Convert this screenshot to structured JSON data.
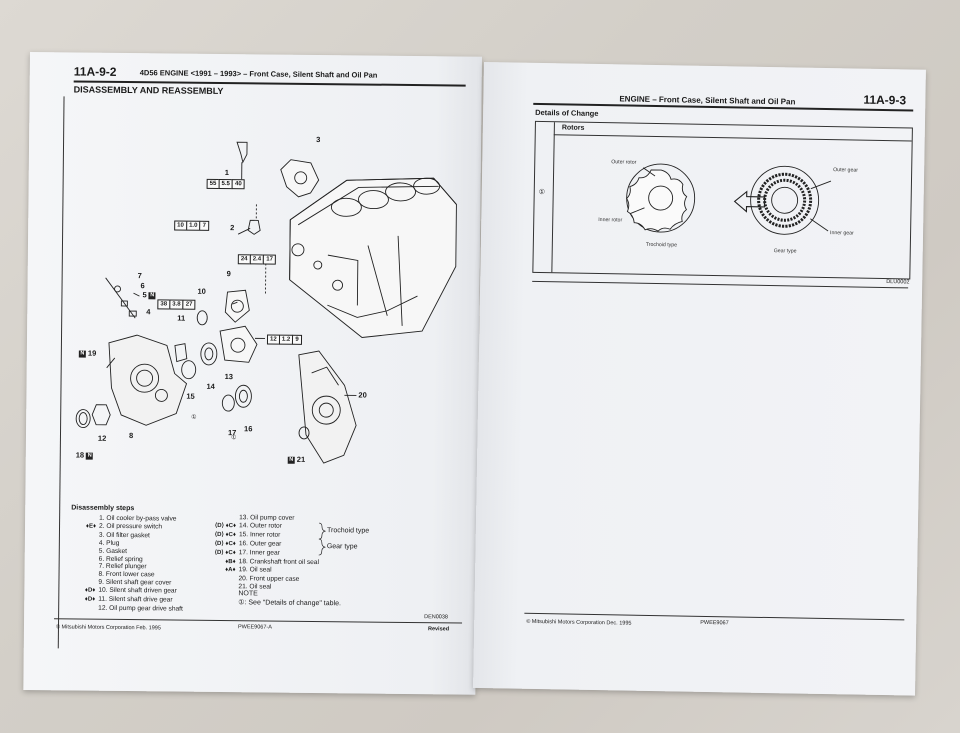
{
  "left_page": {
    "page_number": "11A-9-2",
    "header": "4D56 ENGINE <1991 – 1993> – Front Case, Silent Shaft and Oil Pan",
    "section_title": "DISASSEMBLY AND REASSEMBLY",
    "torque_specs": [
      [
        "55",
        "5.5",
        "40"
      ],
      [
        "10",
        "1.0",
        "7"
      ],
      [
        "24",
        "2.4",
        "17"
      ],
      [
        "38",
        "3.8",
        "27"
      ],
      [
        "12",
        "1.2",
        "9"
      ]
    ],
    "callouts": [
      "1",
      "2",
      "3",
      "4",
      "5",
      "6",
      "7",
      "8",
      "9",
      "10",
      "11",
      "12",
      "13",
      "14",
      "15",
      "16",
      "17",
      "18",
      "19",
      "20",
      "21"
    ],
    "n_badge": "N",
    "steps_title": "Disassembly steps",
    "steps": [
      {
        "sym": "",
        "text": "1. Oil cooler by-pass valve"
      },
      {
        "sym": "♦E♦",
        "text": "2. Oil pressure switch"
      },
      {
        "sym": "",
        "text": "3. Oil filter gasket"
      },
      {
        "sym": "",
        "text": "4. Plug"
      },
      {
        "sym": "",
        "text": "5. Gasket"
      },
      {
        "sym": "",
        "text": "6. Relief spring"
      },
      {
        "sym": "",
        "text": "7. Relief plunger"
      },
      {
        "sym": "",
        "text": "8. Front lower case"
      },
      {
        "sym": "",
        "text": "9. Silent shaft gear cover"
      },
      {
        "sym": "♦D♦",
        "text": "10. Silent shaft driven gear"
      },
      {
        "sym": "♦D♦",
        "text": "11. Silent shaft drive gear"
      },
      {
        "sym": "",
        "text": "12. Oil pump gear drive shaft"
      }
    ],
    "steps2": [
      {
        "sym": "",
        "text": "13. Oil pump cover"
      },
      {
        "sym": "⟨D⟩ ♦C♦",
        "text": "14. Outer rotor"
      },
      {
        "sym": "⟨D⟩ ♦C♦",
        "text": "15. Inner rotor"
      },
      {
        "sym": "⟨D⟩ ♦C♦",
        "text": "16. Outer gear"
      },
      {
        "sym": "⟨D⟩ ♦C♦",
        "text": "17. Inner gear"
      },
      {
        "sym": "♦B♦",
        "text": "18. Crankshaft front oil seal"
      },
      {
        "sym": "♦A♦",
        "text": "19. Oil seal"
      },
      {
        "sym": "",
        "text": "20. Front upper case"
      },
      {
        "sym": "",
        "text": "21. Oil seal"
      }
    ],
    "brace_trochoid": "Trochoid type",
    "brace_gear": "Gear type",
    "note_title": "NOTE",
    "note_text": "①: See \"Details of change\" table.",
    "figure_code": "DEN0038",
    "copyright": "© Mitsubishi Motors Corporation  Feb. 1995",
    "doc_code": "PWEE9067-A",
    "revised": "Revised"
  },
  "right_page": {
    "page_number": "11A-9-3",
    "header": "ENGINE – Front Case, Silent Shaft and Oil Pan",
    "section_title": "Details of Change",
    "table_header": "Rotors",
    "row_marker": "①",
    "labels": {
      "outer_rotor": "Outer rotor",
      "inner_rotor": "Inner rotor",
      "trochoid_type": "Trochoid type",
      "outer_gear": "Outer gear",
      "inner_gear": "Inner gear",
      "gear_type": "Gear type"
    },
    "figure_code": "DLU0002",
    "copyright": "© Mitsubishi Motors Corporation  Dec. 1995",
    "doc_code": "PWEE9067"
  }
}
